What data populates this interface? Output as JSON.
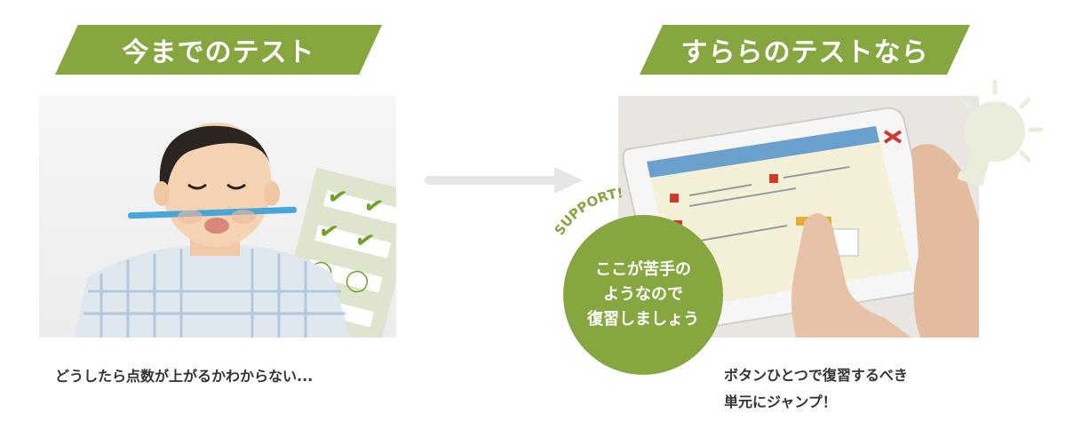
{
  "left": {
    "banner": "今までのテスト",
    "caption": "どうしたら点数が上がるかわからない..."
  },
  "right": {
    "banner": "すららのテストなら",
    "support_label": "SUPPORT!",
    "badge_lines": [
      "ここが苦手の",
      "ようなので",
      "復習しましょう"
    ],
    "caption_lines": [
      "ボタンひとつで復習するべき",
      "単元にジャンプ！"
    ]
  },
  "colors": {
    "accent": "#86a73f",
    "arrow": "#e6e6e6",
    "text": "#333333"
  },
  "icons": [
    "check-mark-icon",
    "circle-mark-icon",
    "arrow-right-icon",
    "light-bulb-icon"
  ]
}
